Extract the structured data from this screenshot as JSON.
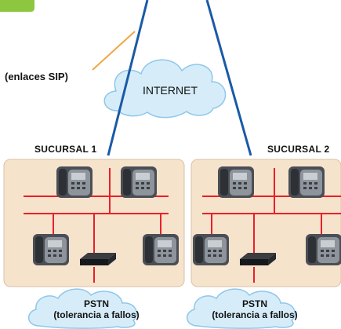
{
  "labels": {
    "sip_links": "(enlaces SIP)",
    "internet": "INTERNET"
  },
  "branches": [
    {
      "name": "SUCURSAL 1",
      "pstn_title": "PSTN",
      "pstn_subtitle": "(tolerancia a fallos)"
    },
    {
      "name": "SUCURSAL 2",
      "pstn_title": "PSTN",
      "pstn_subtitle": "(tolerancia a fallos)"
    }
  ],
  "colors": {
    "wan_line": "#1a5aa6",
    "sip_pointer": "#f2a541",
    "cloud_fill": "#d6edf9",
    "cloud_stroke": "#8fc7ea",
    "branch_fill": "#f6e3cc",
    "branch_border": "#d9c2a6",
    "lan_line": "#e8202a",
    "corner_tab": "#8dc63f"
  }
}
